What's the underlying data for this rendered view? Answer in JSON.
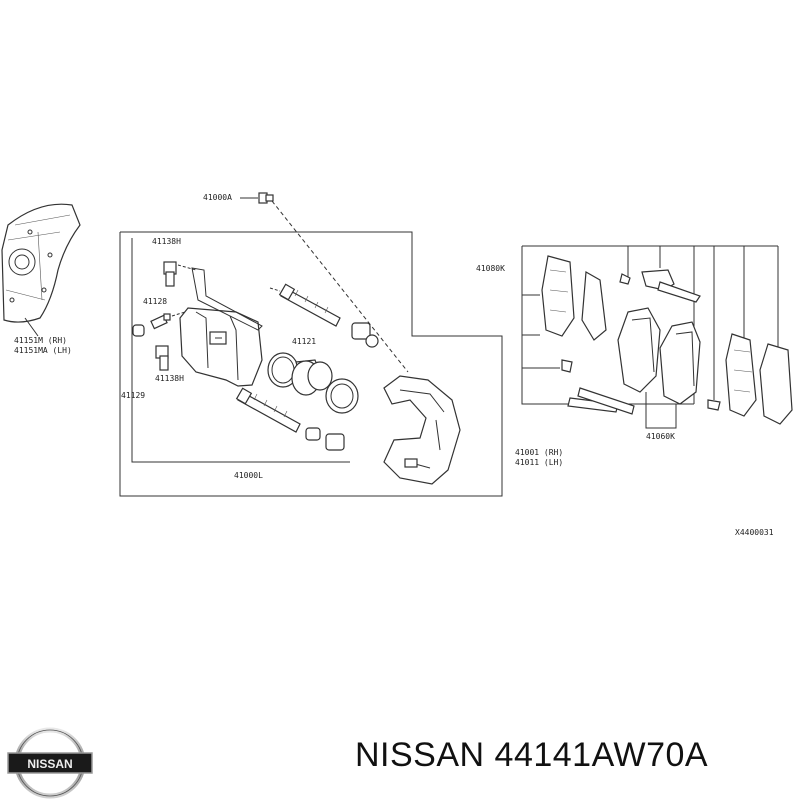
{
  "labels": {
    "bolt_top": "41000A",
    "bolt_h_upper": "41138H",
    "bleeder": "41128",
    "bolt_h_lower": "41138H",
    "cap": "41129",
    "seal": "41121",
    "caliper_assy": "41000L",
    "splash_rh": "41151M  (RH)",
    "splash_lh": "41151MA (LH)",
    "pad_kit": "41080K",
    "pads": "41060K",
    "bracket_rh": "41001 (RH)",
    "bracket_lh": "41011 (LH)",
    "drawing_id": "X4400031"
  },
  "title": "NISSAN 44141AW70A",
  "logo_text": "NISSAN",
  "colors": {
    "line": "#333333",
    "text": "#111111",
    "logo_plate": "#1a1a1a"
  }
}
